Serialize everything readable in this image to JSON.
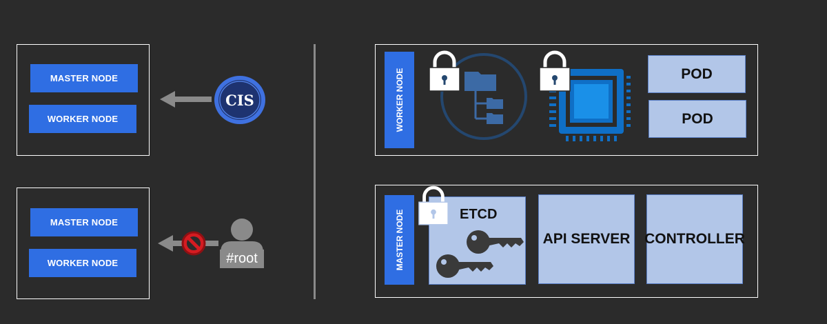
{
  "left_top": {
    "master_label": "MASTER NODE",
    "worker_label": "WORKER NODE"
  },
  "left_bottom": {
    "master_label": "MASTER NODE",
    "worker_label": "WORKER NODE"
  },
  "cis_badge": {
    "text": "CIS"
  },
  "root_user": {
    "label": "#root"
  },
  "worker_panel": {
    "vertical_label": "WORKER NODE",
    "pods": [
      "POD",
      "POD"
    ]
  },
  "master_panel": {
    "vertical_label": "MASTER NODE",
    "etcd_label": "ETCD",
    "api_label": "API SERVER",
    "controller_label": "CONTROLLER"
  },
  "colors": {
    "background": "#2b2b2b",
    "accent_blue": "#2f6ee3",
    "light_blue": "#b2c6e8",
    "lock": "#ffffff",
    "block_red": "#c0171f",
    "gray": "#8a8a8a",
    "chip_blue": "#0f6fc6"
  },
  "icons": [
    "lock-icon",
    "folder-tree-icon",
    "cpu-chip-icon",
    "key-icon",
    "user-icon",
    "no-entry-icon",
    "arrow-left-icon",
    "cis-badge-icon"
  ]
}
